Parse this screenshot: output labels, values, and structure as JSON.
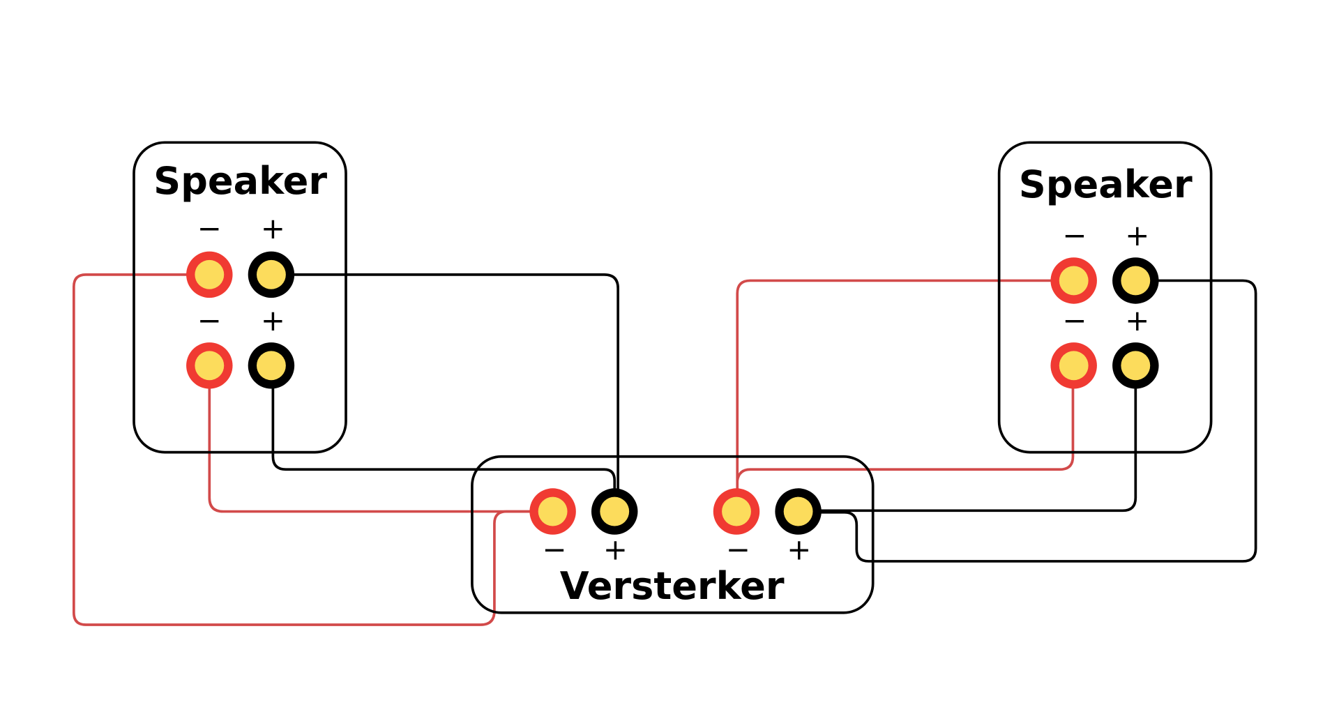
{
  "diagram": {
    "title": "Speaker wiring diagram",
    "components": {
      "speaker_left": {
        "label": "Speaker",
        "terminals": [
          "−",
          "+",
          "−",
          "+"
        ]
      },
      "speaker_right": {
        "label": "Speaker",
        "terminals": [
          "−",
          "+",
          "−",
          "+"
        ]
      },
      "amplifier": {
        "label": "Versterker",
        "terminals": [
          "−",
          "+",
          "−",
          "+"
        ]
      }
    },
    "colors": {
      "negative_ring": "#f03a32",
      "positive_ring": "#000000",
      "terminal_fill": "#fcdc5c",
      "negative_wire": "#d24a4a",
      "positive_wire": "#000000",
      "outline": "#000000",
      "background": "#ffffff"
    },
    "connections": [
      {
        "from": "speaker_left.upper_negative",
        "to": "amplifier.left_negative",
        "polarity": "negative"
      },
      {
        "from": "speaker_left.lower_negative",
        "to": "amplifier.left_negative",
        "polarity": "negative"
      },
      {
        "from": "speaker_left.upper_positive",
        "to": "amplifier.left_positive",
        "polarity": "positive"
      },
      {
        "from": "speaker_left.lower_positive",
        "to": "amplifier.left_positive",
        "polarity": "positive"
      },
      {
        "from": "speaker_right.upper_negative",
        "to": "amplifier.right_negative",
        "polarity": "negative"
      },
      {
        "from": "speaker_right.lower_negative",
        "to": "amplifier.right_negative",
        "polarity": "negative"
      },
      {
        "from": "speaker_right.upper_positive",
        "to": "amplifier.right_positive",
        "polarity": "positive"
      },
      {
        "from": "speaker_right.lower_positive",
        "to": "amplifier.right_positive",
        "polarity": "positive"
      }
    ]
  }
}
